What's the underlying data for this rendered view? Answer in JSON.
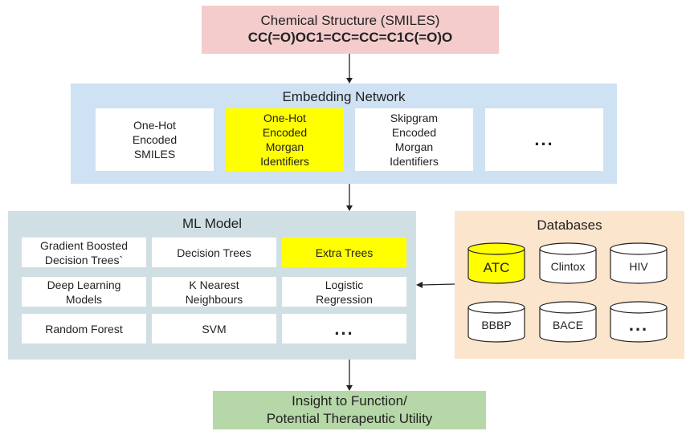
{
  "top": {
    "line1": "Chemical Structure (SMILES)",
    "line2": "CC(=O)OC1=CC=CC=C1C(=O)O"
  },
  "embedding": {
    "title": "Embedding Network",
    "items": [
      {
        "label": "One-Hot\nEncoded\nSMILES",
        "highlight": false
      },
      {
        "label": "One-Hot\nEncoded\nMorgan\nIdentifiers",
        "highlight": true
      },
      {
        "label": "Skipgram\nEncoded\nMorgan\nIdentifiers",
        "highlight": false
      },
      {
        "label": "...",
        "highlight": false
      }
    ]
  },
  "ml_model": {
    "title": "ML Model",
    "items": [
      {
        "label": "Gradient Boosted\nDecision Trees`",
        "highlight": false
      },
      {
        "label": "Decision Trees",
        "highlight": false
      },
      {
        "label": "Extra Trees",
        "highlight": true
      },
      {
        "label": "Deep Learning\nModels",
        "highlight": false
      },
      {
        "label": "K Nearest\nNeighbours",
        "highlight": false
      },
      {
        "label": "Logistic\nRegression",
        "highlight": false
      },
      {
        "label": "Random Forest",
        "highlight": false
      },
      {
        "label": "SVM",
        "highlight": false
      },
      {
        "label": "...",
        "highlight": false
      }
    ]
  },
  "databases": {
    "title": "Databases",
    "items": [
      {
        "label": "ATC",
        "highlight": true
      },
      {
        "label": "Clintox",
        "highlight": false
      },
      {
        "label": "HIV",
        "highlight": false
      },
      {
        "label": "BBBP",
        "highlight": false
      },
      {
        "label": "BACE",
        "highlight": false
      },
      {
        "label": "...",
        "highlight": false
      }
    ]
  },
  "bottom": {
    "line1": "Insight to Function/",
    "line2": "Potential Therapeutic Utility"
  },
  "colors": {
    "top_bg": "#f4cccc",
    "embedding_bg": "#cfe2f3",
    "ml_bg": "#d0dfe3",
    "db_bg": "#fce5cd",
    "bottom_bg": "#b6d7a8",
    "highlight": "#ffff00"
  }
}
